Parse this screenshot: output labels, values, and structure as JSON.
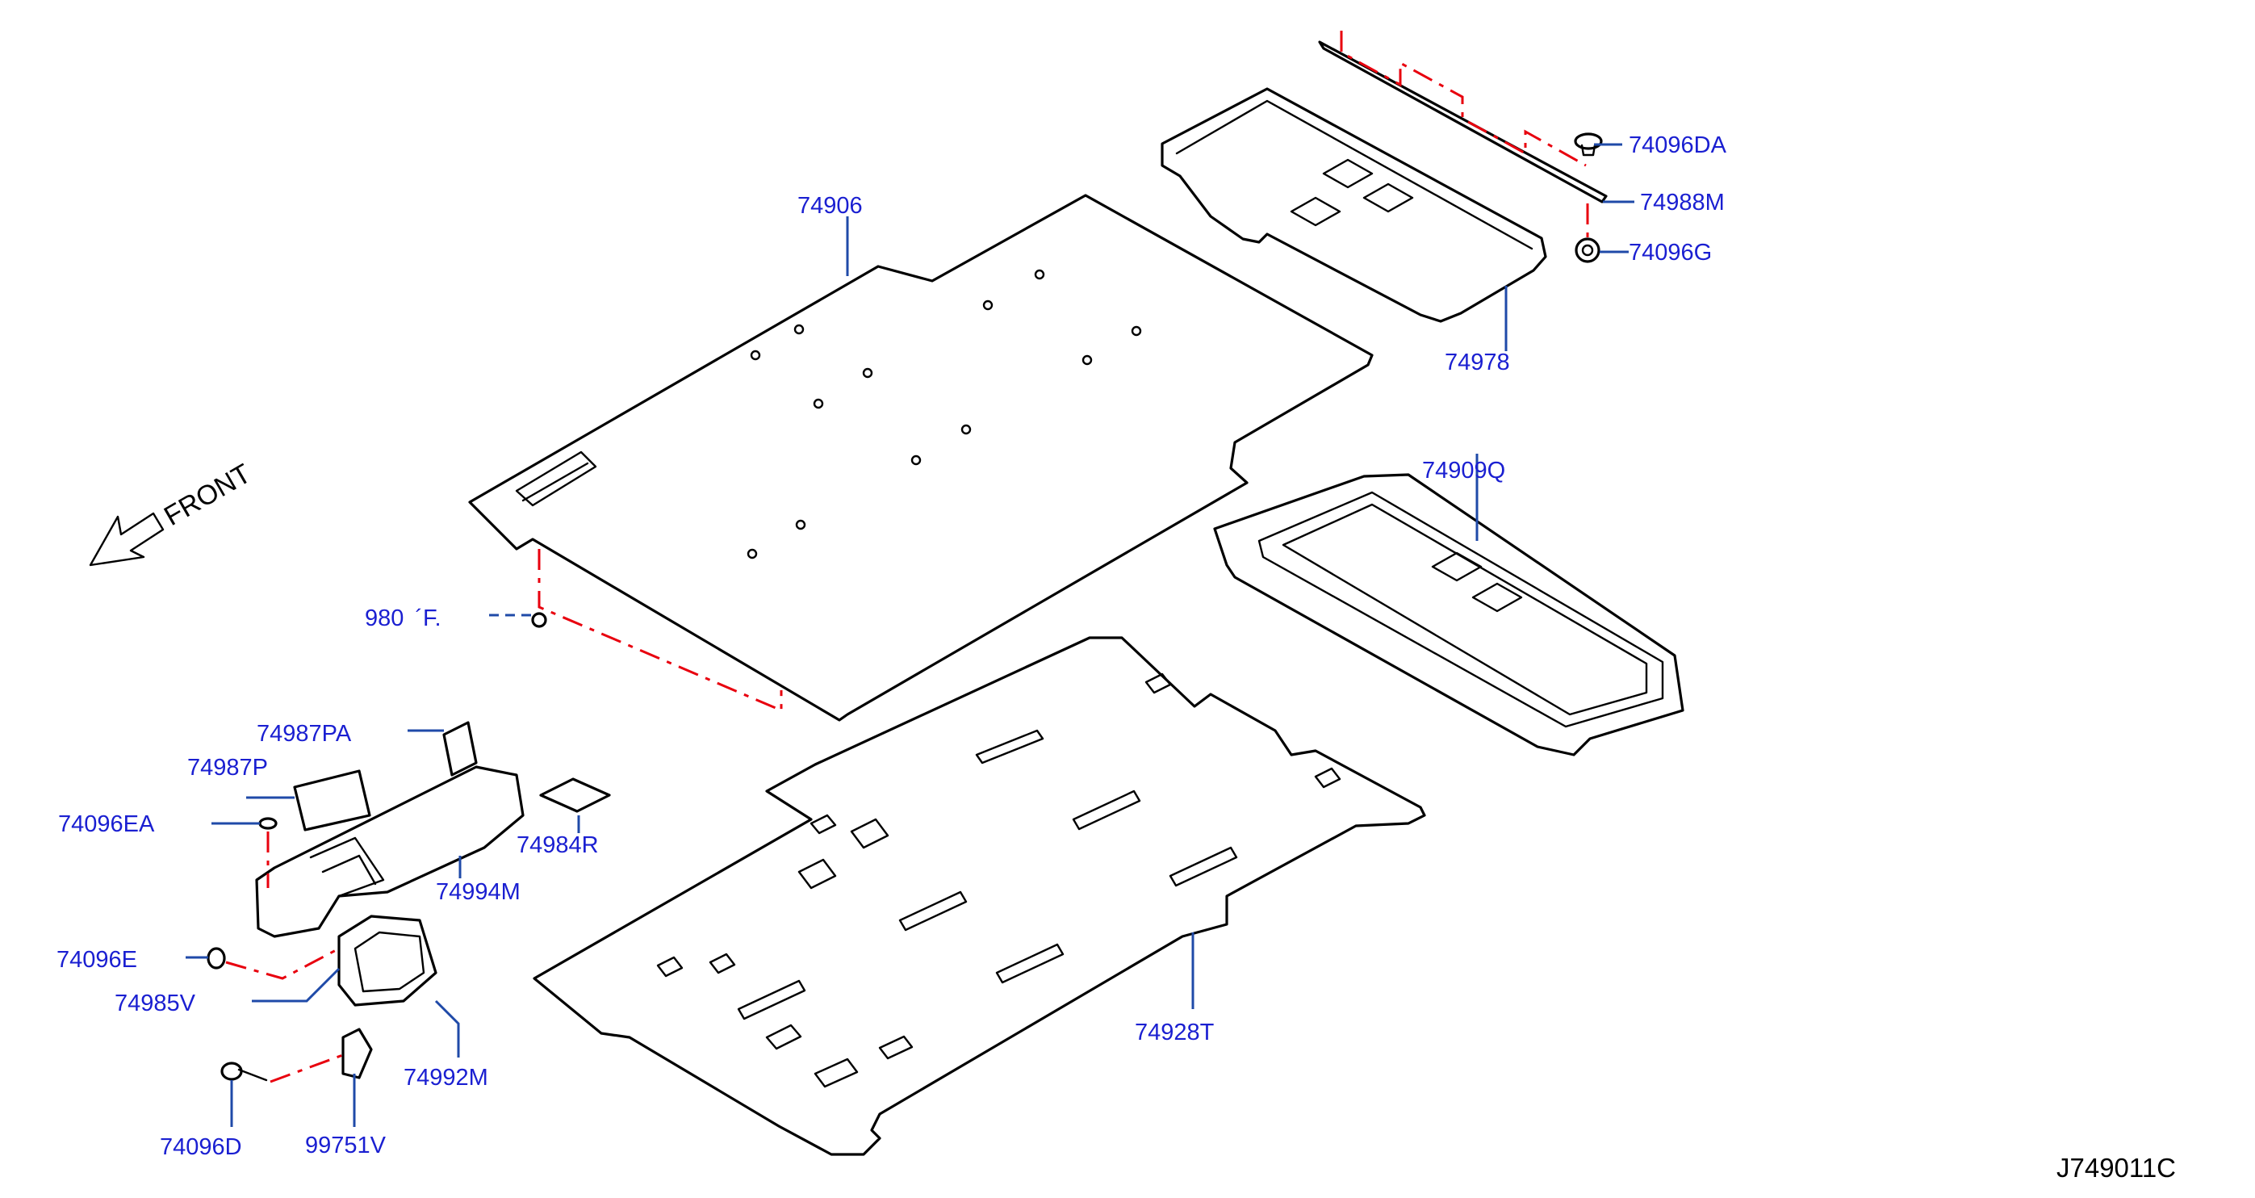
{
  "diagram": {
    "reference": "J749011C",
    "front_label": "FRONT",
    "colors": {
      "label": "#1a1fd1",
      "leader": "#1f4aa8",
      "dashed_link": "#e8000e",
      "outline": "#000000"
    },
    "parts": {
      "p74906": "74906",
      "p74978": "74978",
      "p74096DA": "74096DA",
      "p74988M": "74988M",
      "p74096G": "74096G",
      "p74909Q": "74909Q",
      "p980": "980",
      "p980_suffix": "´F.",
      "p74987PA": "74987PA",
      "p74987P": "74987P",
      "p74096EA": "74096EA",
      "p74984R": "74984R",
      "p74994M": "74994M",
      "p74096E": "74096E",
      "p74985V": "74985V",
      "p74992M": "74992M",
      "p74928T": "74928T",
      "p74096D": "74096D",
      "p99751V": "99751V"
    }
  }
}
